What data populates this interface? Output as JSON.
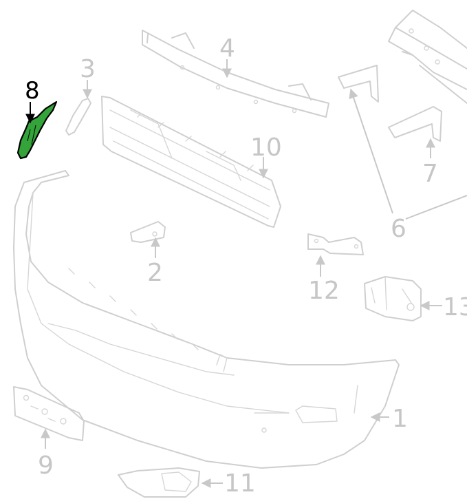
{
  "diagram": {
    "highlight_color": "#33a33a",
    "muted_color": "#c6c6c6",
    "callouts": {
      "c1": "1",
      "c2": "2",
      "c3": "3",
      "c4": "4",
      "c6": "6",
      "c7": "7",
      "c8": "8",
      "c9": "9",
      "c10": "10",
      "c11": "11",
      "c12": "12",
      "c13": "13"
    }
  }
}
